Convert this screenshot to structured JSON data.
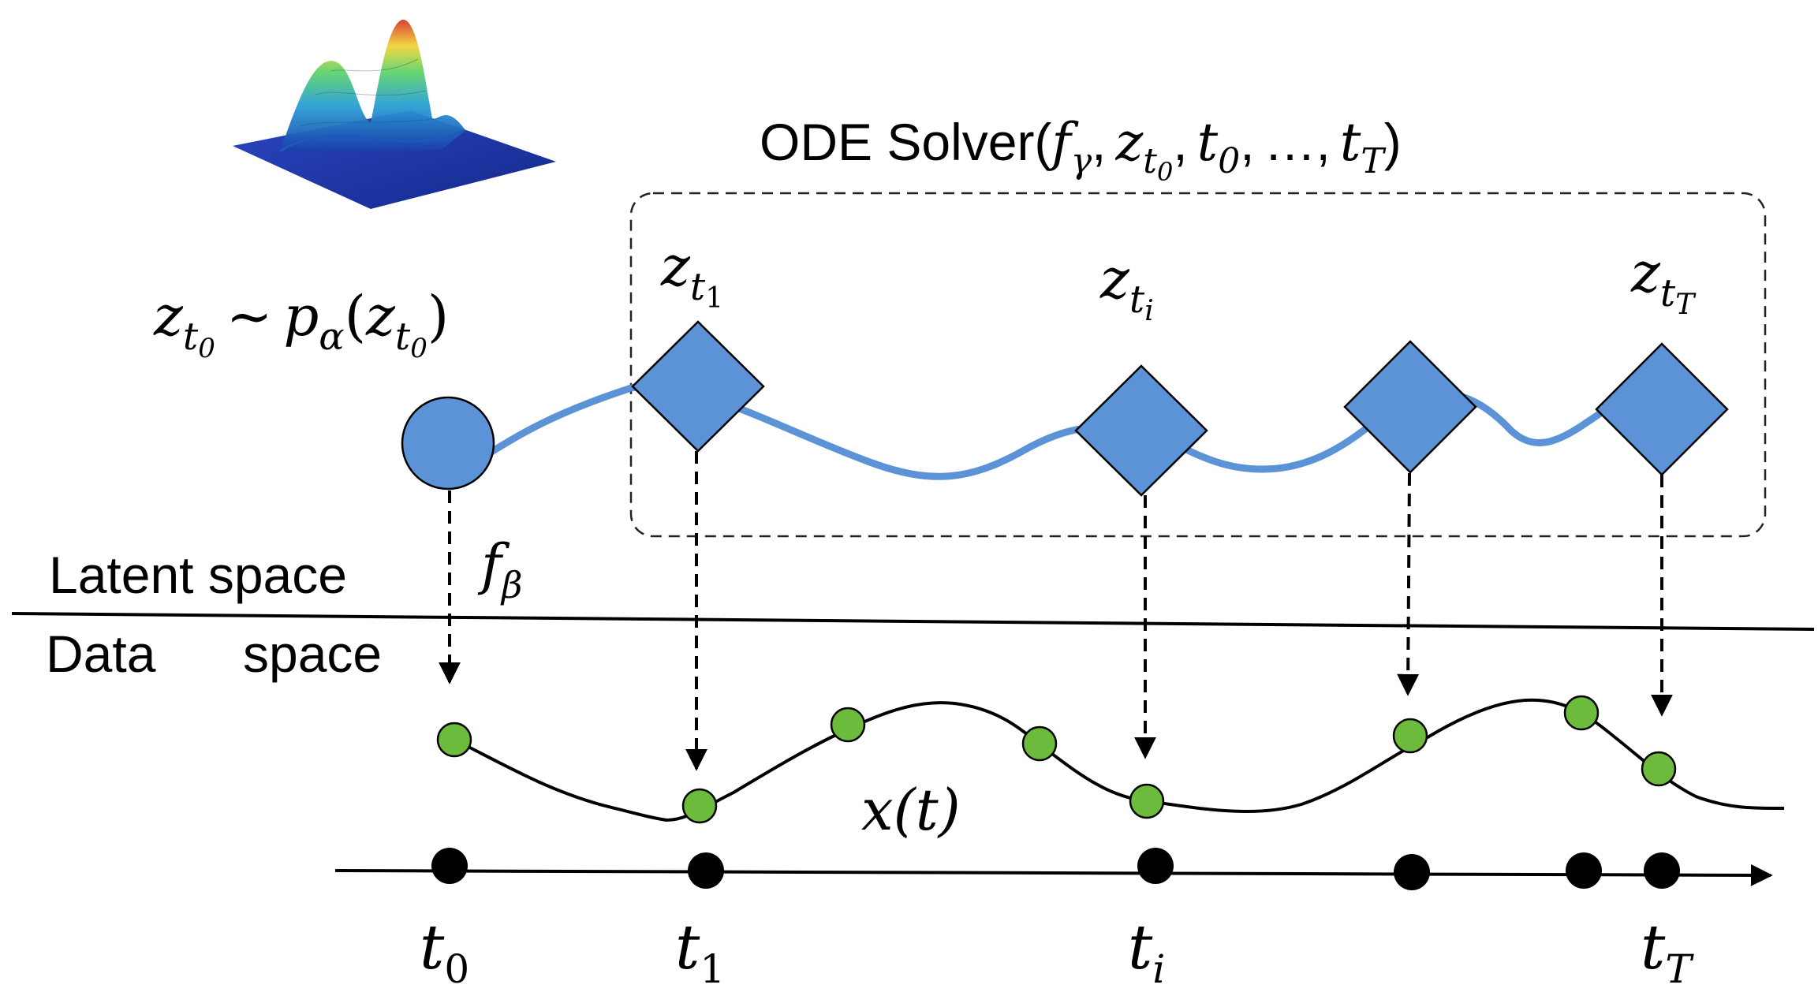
{
  "solver": {
    "title_prefix": "ODE Solver(",
    "f": "f",
    "f_sub": "γ",
    "z": "z",
    "z_sub": "t",
    "z_subsub": "0",
    "t0": "t",
    "t0_sub": "0",
    "ellipsis": "…",
    "tT": "t",
    "tT_sub": "T",
    "comma": ",",
    "close": ")"
  },
  "prior": {
    "z": "z",
    "z_sub": "t",
    "z_subsub": "0",
    "tilde": "~",
    "p": "p",
    "p_sub": "α",
    "open": "(",
    "z2": "z",
    "z2_sub": "t",
    "z2_subsub": "0",
    "close": ")"
  },
  "latent_points": [
    {
      "z": "z",
      "sub": "t",
      "subsub": "1"
    },
    {
      "z": "z",
      "sub": "t",
      "subsub": "i"
    },
    {
      "z": "z",
      "sub": "t",
      "subsub": "T"
    }
  ],
  "decoder": {
    "f": "f",
    "sub": "β"
  },
  "regions": {
    "latent": "Latent space",
    "data_word1": "Data",
    "data_word2": "space"
  },
  "observation": {
    "label": "x(t)"
  },
  "time_labels": [
    {
      "t": "t",
      "sub": "0"
    },
    {
      "t": "t",
      "sub": "1"
    },
    {
      "t": "t",
      "sub": "i"
    },
    {
      "t": "t",
      "sub": "T"
    }
  ],
  "colors": {
    "latent_fill": "#5b93d6",
    "latent_line": "#5b93d6",
    "data_point": "#6cbb3c",
    "ink": "#000000"
  }
}
